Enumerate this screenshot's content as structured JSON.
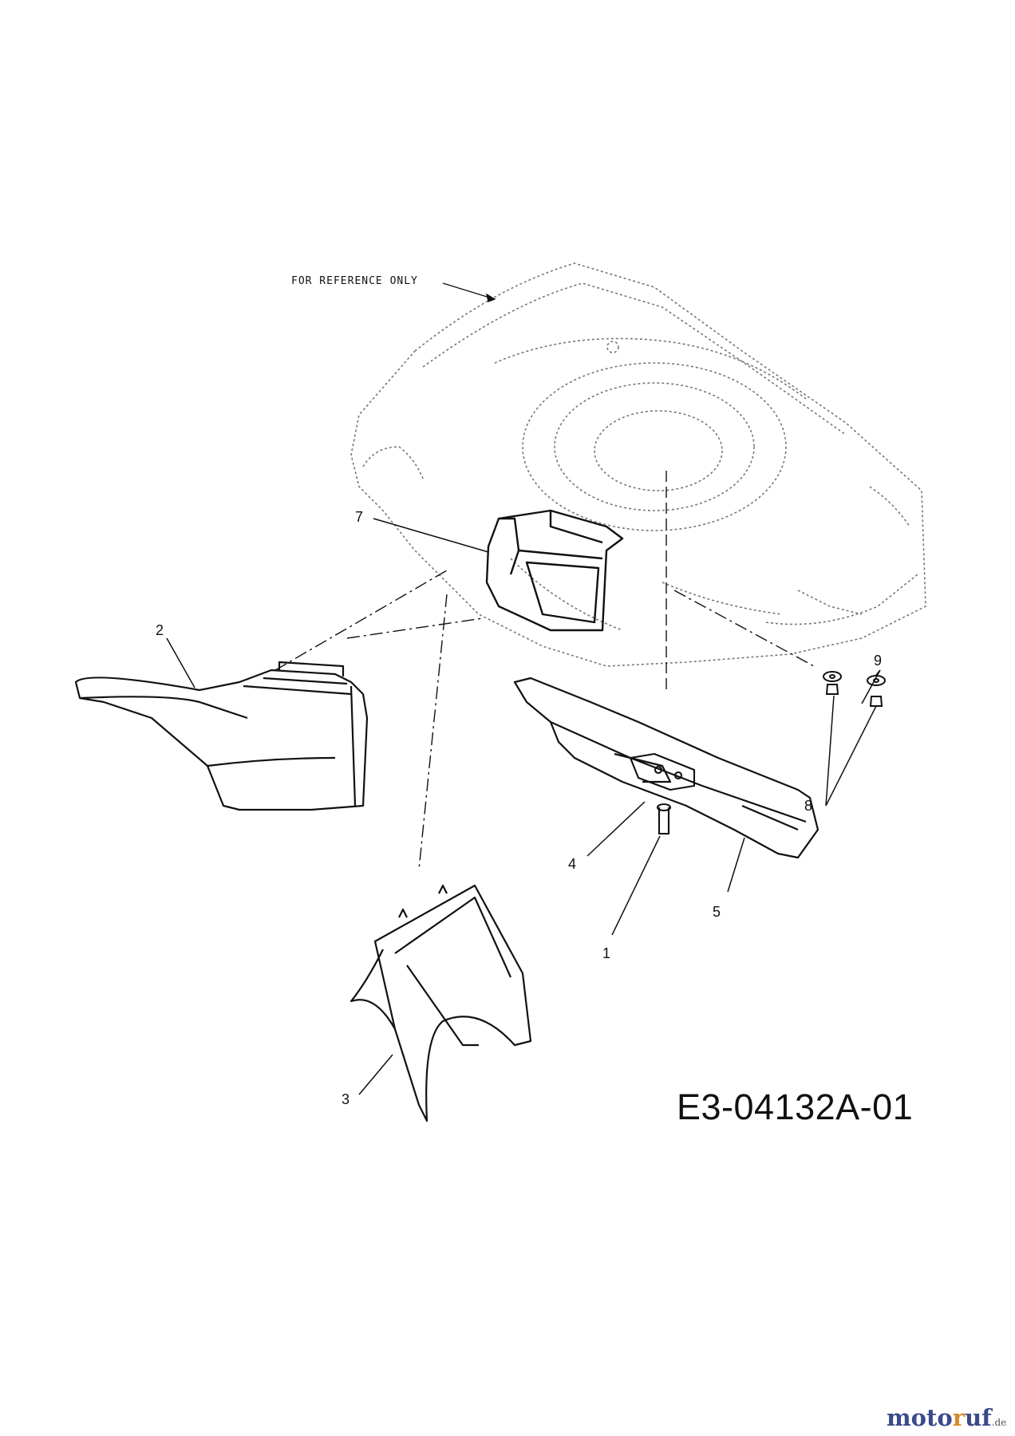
{
  "reference_note": "FOR REFERENCE ONLY",
  "callouts": [
    "1",
    "2",
    "3",
    "4",
    "5",
    "7",
    "8",
    "9"
  ],
  "drawing_number": "E3-04132A-01",
  "watermark": {
    "name_start": "moto",
    "name_r": "r",
    "name_end": "uf",
    "suffix": ".de"
  },
  "colors": {
    "line": "#111111",
    "reference_line": "#777777",
    "watermark": "#3a4a8a"
  }
}
